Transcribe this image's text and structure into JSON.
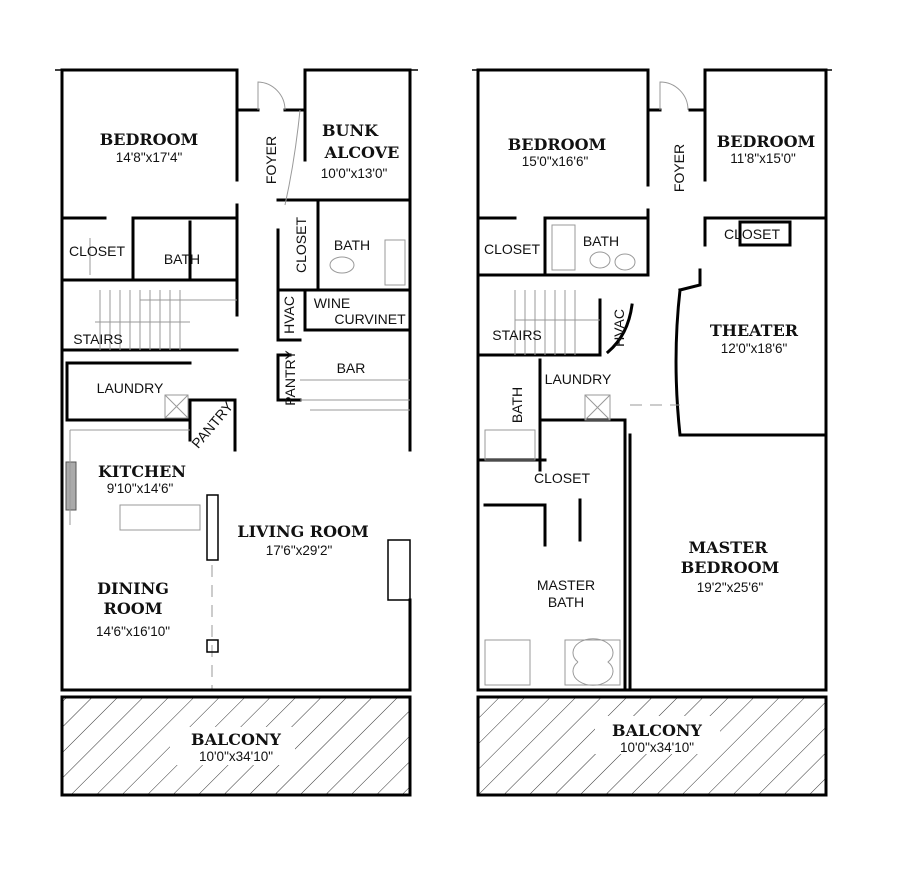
{
  "lower_level": {
    "bedroom": {
      "name": "BEDROOM",
      "size": "14'8\"x17'4\""
    },
    "bunk_alcove": {
      "name_line1": "BUNK",
      "name_line2": "ALCOVE",
      "size": "10'0\"x13'0\""
    },
    "foyer": "FOYER",
    "closet_left": "CLOSET",
    "bath_left": "BATH",
    "closet_right": "CLOSET",
    "bath_right": "BATH",
    "hvac": "HVAC",
    "wine": "WINE",
    "curvinet": "CURVINET",
    "stairs": "STAIRS",
    "pantry_bar": "PANTRY",
    "bar": "BAR",
    "laundry": "LAUNDRY",
    "pantry_kitchen": "PANTRY",
    "kitchen": {
      "name": "KITCHEN",
      "size": "9'10\"x14'6\""
    },
    "living_room": {
      "name": "LIVING  ROOM",
      "size": "17'6\"x29'2\""
    },
    "dining_room": {
      "name_line1": "DINING",
      "name_line2": "ROOM",
      "size": "14'6\"x16'10\""
    },
    "balcony": {
      "name": "BALCONY",
      "size": "10'0\"x34'10\""
    }
  },
  "upper_level": {
    "bedroom1": {
      "name": "BEDROOM",
      "size": "15'0\"x16'6\""
    },
    "bedroom2": {
      "name": "BEDROOM",
      "size": "11'8\"x15'0\""
    },
    "foyer": "FOYER",
    "closet1": "CLOSET",
    "bath1": "BATH",
    "closet2": "CLOSET",
    "stairs": "STAIRS",
    "hvac": "HVAC",
    "theater": {
      "name": "THEATER",
      "size": "12'0\"x18'6\""
    },
    "bath2": "BATH",
    "laundry": "LAUNDRY",
    "closet3": "CLOSET",
    "master_bath_line1": "MASTER",
    "master_bath_line2": "BATH",
    "master_bedroom": {
      "name_line1": "MASTER",
      "name_line2": "BEDROOM",
      "size": "19'2\"x25'6\""
    },
    "balcony": {
      "name": "BALCONY",
      "size": "10'0\"x34'10\""
    }
  }
}
